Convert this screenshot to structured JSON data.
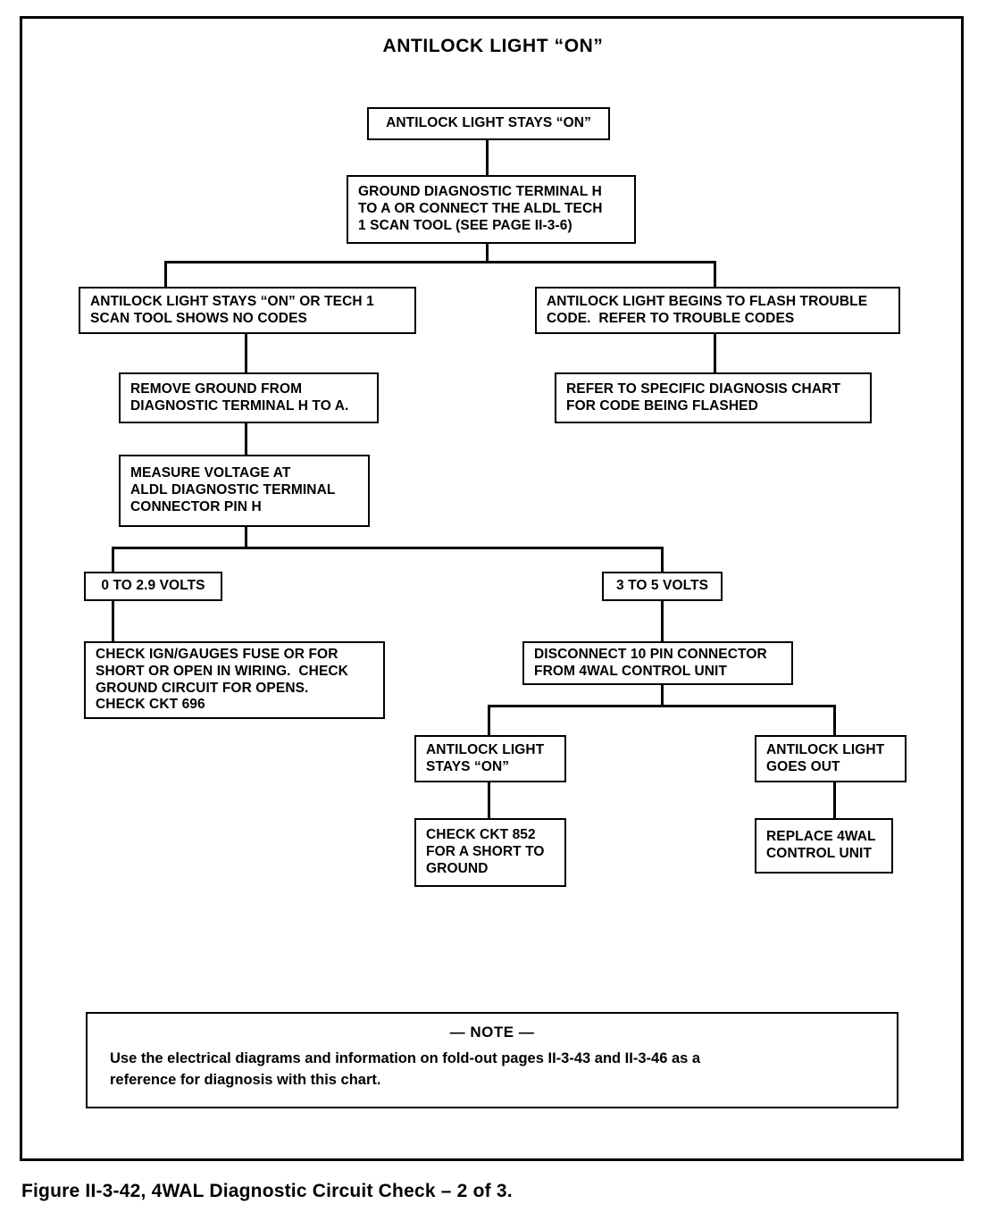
{
  "figure": {
    "title": "ANTILOCK LIGHT “ON”",
    "caption": "Figure II-3-42, 4WAL Diagnostic Circuit Check – 2 of 3."
  },
  "nodes": {
    "start": {
      "id": "antilock-light-stays-on",
      "lines": [
        "ANTILOCK LIGHT STAYS “ON”"
      ]
    },
    "ground_terminal": {
      "id": "ground-diagnostic-terminal",
      "lines": [
        "GROUND DIAGNOSTIC TERMINAL H",
        "TO A OR CONNECT THE ALDL TECH",
        "1 SCAN TOOL (SEE PAGE II-3-6)"
      ]
    },
    "branch_no_codes": {
      "id": "light-stays-on-no-codes",
      "lines": [
        "ANTILOCK LIGHT STAYS “ON” OR TECH 1",
        "SCAN TOOL SHOWS NO CODES"
      ]
    },
    "branch_flash_code": {
      "id": "light-flashes-trouble-code",
      "lines": [
        "ANTILOCK LIGHT BEGINS TO FLASH TROUBLE",
        "CODE.  REFER TO TROUBLE CODES"
      ]
    },
    "remove_ground": {
      "id": "remove-ground-from-terminal",
      "lines": [
        "REMOVE GROUND FROM",
        "DIAGNOSTIC TERMINAL H TO A."
      ]
    },
    "refer_specific_chart": {
      "id": "refer-to-specific-diagnosis-chart",
      "lines": [
        "REFER TO SPECIFIC DIAGNOSIS CHART",
        "FOR CODE BEING FLASHED"
      ]
    },
    "measure_voltage": {
      "id": "measure-voltage-at-aldl",
      "lines": [
        "MEASURE VOLTAGE AT",
        "ALDL DIAGNOSTIC TERMINAL",
        "CONNECTOR PIN H"
      ]
    },
    "volts_low": {
      "id": "0-to-2-9-volts",
      "lines": [
        "0 TO 2.9 VOLTS"
      ]
    },
    "volts_high": {
      "id": "3-to-5-volts",
      "lines": [
        "3 TO 5 VOLTS"
      ]
    },
    "check_fuse": {
      "id": "check-ign-gauges-fuse",
      "lines": [
        "CHECK IGN/GAUGES FUSE OR FOR",
        "SHORT OR OPEN IN WIRING.  CHECK",
        "GROUND CIRCUIT FOR OPENS.",
        "CHECK CKT 696"
      ]
    },
    "disconnect_connector": {
      "id": "disconnect-10-pin-connector",
      "lines": [
        "DISCONNECT 10 PIN CONNECTOR",
        "FROM 4WAL CONTROL UNIT"
      ]
    },
    "light_stays_on_2": {
      "id": "antilock-light-stays-on-2",
      "lines": [
        "ANTILOCK LIGHT",
        "STAYS “ON”"
      ]
    },
    "light_goes_out": {
      "id": "antilock-light-goes-out",
      "lines": [
        "ANTILOCK LIGHT",
        "GOES OUT"
      ]
    },
    "check_ckt_852": {
      "id": "check-ckt-852",
      "lines": [
        "CHECK CKT 852",
        "FOR A SHORT TO",
        "GROUND"
      ]
    },
    "replace_control_unit": {
      "id": "replace-4wal-control-unit",
      "lines": [
        "REPLACE 4WAL",
        "CONTROL UNIT"
      ]
    }
  },
  "note": {
    "heading": "— NOTE —",
    "line1": "Use the electrical diagrams and information on fold-out pages II-3-43 and II-3-46 as a",
    "line2": "reference for diagnosis with this chart."
  },
  "colors": {
    "ink": "#000000",
    "paper": "#ffffff"
  }
}
